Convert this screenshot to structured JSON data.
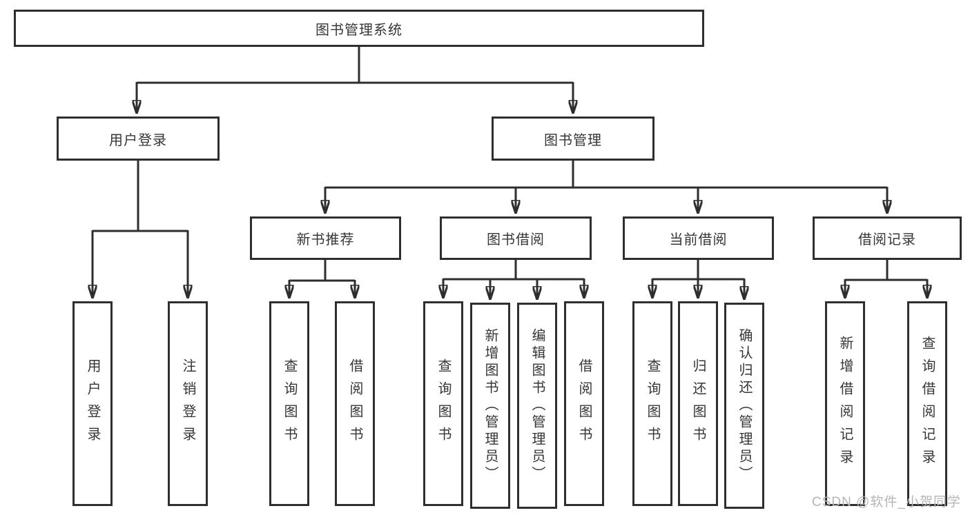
{
  "diagram": {
    "root": {
      "label": "图书管理系统"
    },
    "level2": [
      {
        "label": "用户登录"
      },
      {
        "label": "图书管理"
      }
    ],
    "level3": [
      {
        "label": "新书推荐"
      },
      {
        "label": "图书借阅"
      },
      {
        "label": "当前借阅"
      },
      {
        "label": "借阅记录"
      }
    ],
    "leaves": {
      "user": [
        {
          "label": "用户登录"
        },
        {
          "label": "注销登录"
        }
      ],
      "recommend": [
        {
          "label": "查询图书"
        },
        {
          "label": "借阅图书"
        }
      ],
      "borrow": [
        {
          "label": "查询图书"
        },
        {
          "label": "新增图书（管理员）"
        },
        {
          "label": "编辑图书（管理员）"
        },
        {
          "label": "借阅图书"
        }
      ],
      "current": [
        {
          "label": "查询图书"
        },
        {
          "label": "归还图书"
        },
        {
          "label": "确认归还（管理员）"
        }
      ],
      "records": [
        {
          "label": "新增借阅记录"
        },
        {
          "label": "查询借阅记录"
        }
      ]
    }
  },
  "watermark": {
    "text": "CSDN @软件_小贺同学"
  },
  "colors": {
    "line": "#2e2e2e",
    "text": "#363636",
    "background": "#ffffff",
    "watermark": "#b5b5b5"
  }
}
